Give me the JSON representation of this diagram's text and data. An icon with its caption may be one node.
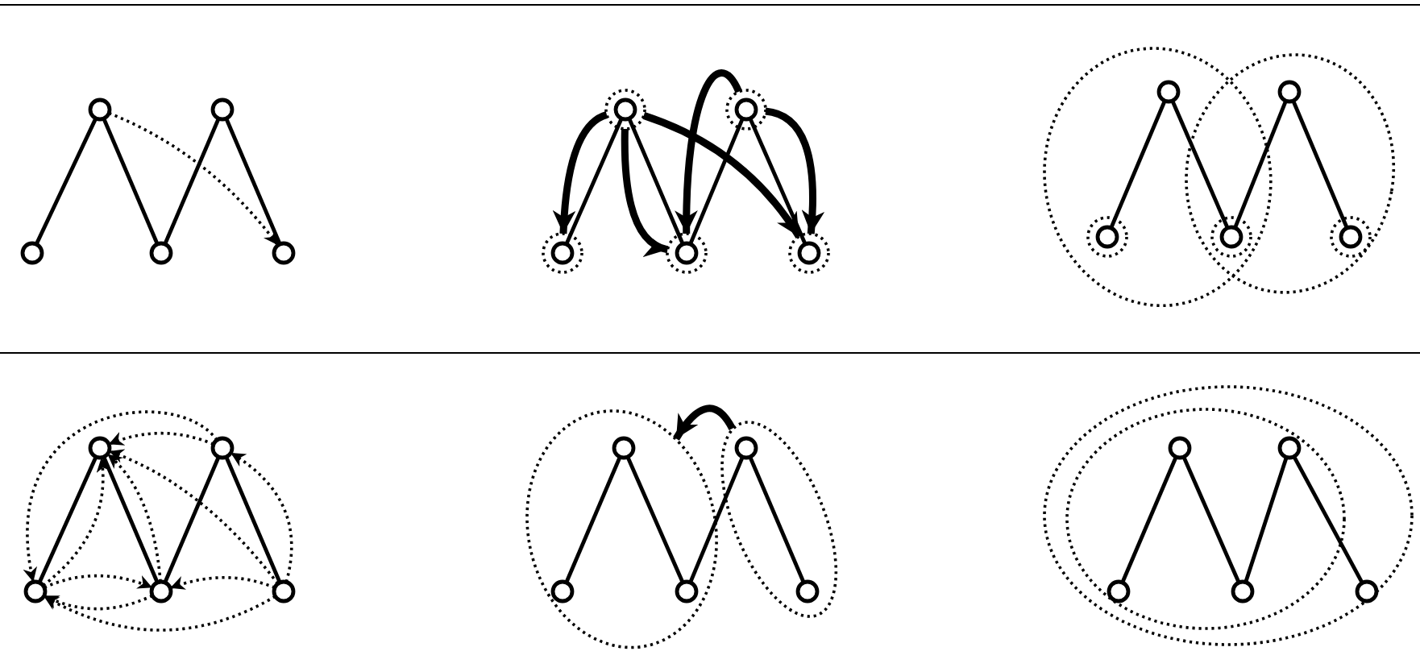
{
  "diagram": {
    "nodes": [
      {
        "text": [],
        "shape": "circle"
      },
      {
        "text": [],
        "shape": "circle"
      },
      {
        "text": [],
        "shape": "circle"
      },
      {
        "text": [],
        "shape": "circle"
      },
      {
        "text": [],
        "shape": "circle"
      },
      {
        "text": [],
        "shape": "circle"
      },
      {
        "text": [],
        "shape": "circle",
        "in": 5
      },
      {
        "text": [],
        "shape": "circle"
      },
      {
        "text": [],
        "shape": "circle",
        "in": 7
      },
      {
        "text": [],
        "shape": "circle"
      },
      {
        "text": [],
        "shape": "circle",
        "in": 9
      },
      {
        "text": [],
        "shape": "circle"
      },
      {
        "text": [],
        "shape": "circle",
        "in": 11
      },
      {
        "text": [],
        "shape": "circle"
      },
      {
        "text": [],
        "shape": "circle",
        "in": 13
      },
      {
        "text": [],
        "shape": "ellipse"
      },
      {
        "text": [],
        "shape": "ellipse"
      },
      {
        "text": [],
        "shape": "circle",
        "in": 15
      },
      {
        "text": [],
        "shape": "circle",
        "in": 17
      },
      {
        "text": [],
        "shape": "circle",
        "in": 15
      },
      {
        "text": [],
        "shape": "circle"
      },
      {
        "text": [],
        "shape": "circle",
        "in": 20
      },
      {
        "text": [],
        "shape": "circle",
        "in": 16
      },
      {
        "text": [],
        "shape": "circle",
        "in": 16
      },
      {
        "text": [],
        "shape": "circle",
        "in": 23
      },
      {
        "text": [],
        "shape": "circle"
      },
      {
        "text": [],
        "shape": "circle"
      },
      {
        "text": [],
        "shape": "circle"
      },
      {
        "text": [],
        "shape": "circle"
      },
      {
        "text": [],
        "shape": "circle"
      },
      {
        "text": [],
        "shape": "ellipse"
      },
      {
        "text": [],
        "shape": "circle",
        "in": 30
      },
      {
        "text": [],
        "shape": "circle",
        "in": 30
      },
      {
        "text": [],
        "shape": "circle",
        "in": 30
      },
      {
        "text": [],
        "shape": "ellipse"
      },
      {
        "text": [],
        "shape": "circle",
        "in": 34
      },
      {
        "text": [],
        "shape": "circle",
        "in": 34
      },
      {
        "text": [],
        "shape": "ellipse"
      },
      {
        "text": [],
        "shape": "ellipse",
        "in": 37
      },
      {
        "text": [],
        "shape": "circle",
        "in": 38
      },
      {
        "text": [],
        "shape": "circle",
        "in": 38
      },
      {
        "text": [],
        "shape": "circle",
        "in": 38
      },
      {
        "text": [],
        "shape": "circle",
        "in": 38
      },
      {
        "text": [],
        "shape": "circle",
        "in": 37
      }
    ],
    "edges": [
      {
        "from": 0,
        "to": 1,
        "arrow": "none"
      },
      {
        "from": 1,
        "to": 2,
        "arrow": "none"
      },
      {
        "from": 2,
        "to": 3,
        "arrow": "none"
      },
      {
        "from": 3,
        "to": 4,
        "arrow": "none"
      },
      {
        "from": 1,
        "to": 4,
        "arrow": "to",
        "style": "dashed"
      },
      {
        "from": 6,
        "to": 8,
        "arrow": "none"
      },
      {
        "from": 8,
        "to": 10,
        "arrow": "none"
      },
      {
        "from": 10,
        "to": 12,
        "arrow": "none"
      },
      {
        "from": 12,
        "to": 14,
        "arrow": "none"
      },
      {
        "from": 7,
        "to": 5,
        "arrow": "to",
        "style": "thick"
      },
      {
        "from": 7,
        "to": 9,
        "arrow": "to",
        "style": "thick"
      },
      {
        "from": 7,
        "to": 13,
        "arrow": "to",
        "style": "thick"
      },
      {
        "from": 11,
        "to": 9,
        "arrow": "to",
        "style": "thick"
      },
      {
        "from": 11,
        "to": 13,
        "arrow": "to",
        "style": "thick"
      },
      {
        "from": 18,
        "to": 19,
        "arrow": "none"
      },
      {
        "from": 19,
        "to": 21,
        "arrow": "none"
      },
      {
        "from": 21,
        "to": 22,
        "arrow": "none"
      },
      {
        "from": 22,
        "to": 24,
        "arrow": "none"
      },
      {
        "from": 25,
        "to": 26,
        "arrow": "none"
      },
      {
        "from": 26,
        "to": 27,
        "arrow": "none"
      },
      {
        "from": 27,
        "to": 28,
        "arrow": "none"
      },
      {
        "from": 28,
        "to": 29,
        "arrow": "none"
      },
      {
        "from": 28,
        "to": 25,
        "arrow": "to",
        "style": "dashed"
      },
      {
        "from": 28,
        "to": 26,
        "arrow": "to",
        "style": "dashed"
      },
      {
        "from": 29,
        "to": 26,
        "arrow": "to",
        "style": "dashed"
      },
      {
        "from": 27,
        "to": 26,
        "arrow": "to",
        "style": "dashed"
      },
      {
        "from": 25,
        "to": 26,
        "arrow": "to",
        "style": "dashed"
      },
      {
        "from": 25,
        "to": 27,
        "arrow": "to",
        "style": "dashed"
      },
      {
        "from": 27,
        "to": 25,
        "arrow": "to",
        "style": "dashed"
      },
      {
        "from": 29,
        "to": 25,
        "arrow": "to",
        "style": "dashed"
      },
      {
        "from": 29,
        "to": 27,
        "arrow": "to",
        "style": "dashed"
      },
      {
        "from": 29,
        "to": 28,
        "arrow": "to",
        "style": "dashed"
      },
      {
        "from": 31,
        "to": 32,
        "arrow": "none"
      },
      {
        "from": 32,
        "to": 33,
        "arrow": "none"
      },
      {
        "from": 33,
        "to": 35,
        "arrow": "none"
      },
      {
        "from": 35,
        "to": 36,
        "arrow": "none"
      },
      {
        "from": 34,
        "to": 30,
        "arrow": "to",
        "style": "thick"
      },
      {
        "from": 39,
        "to": 40,
        "arrow": "none"
      },
      {
        "from": 40,
        "to": 41,
        "arrow": "none"
      },
      {
        "from": 41,
        "to": 42,
        "arrow": "none"
      },
      {
        "from": 42,
        "to": 43,
        "arrow": "none"
      }
    ]
  }
}
